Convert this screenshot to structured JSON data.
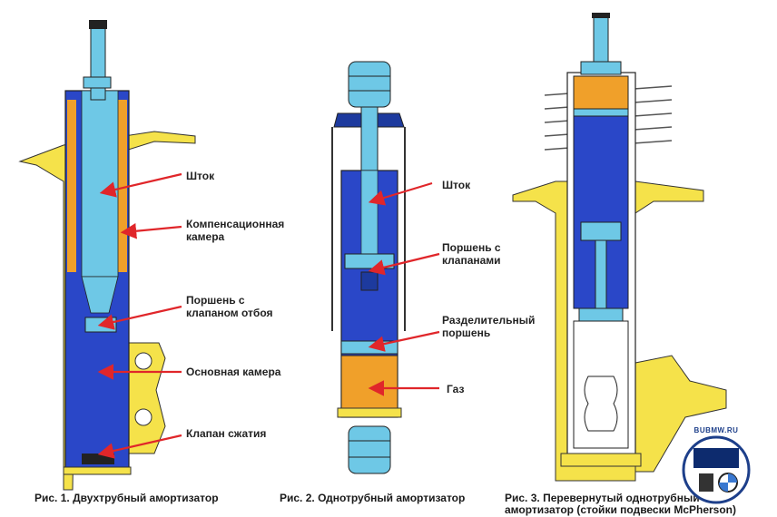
{
  "figure1": {
    "caption": "Рис. 1. Двухтрубный амортизатор",
    "labels": {
      "rod": "Шток",
      "comp_chamber_1": "Компенсационная",
      "comp_chamber_2": "камера",
      "piston_1": "Поршень с",
      "piston_2": "клапаном отбоя",
      "main_chamber": "Основная камера",
      "comp_valve": "Клапан сжатия"
    }
  },
  "figure2": {
    "caption": "Рис. 2. Однотрубный амортизатор",
    "labels": {
      "rod": "Шток",
      "piston_1": "Поршень с",
      "piston_2": "клапанами",
      "sep_piston_1": "Разделительный",
      "sep_piston_2": "поршень",
      "gas": "Газ"
    }
  },
  "figure3": {
    "caption_1": "Рис. 3. Перевернутый однотрубный",
    "caption_2": "амортизатор (стойки подвески McPherson)"
  },
  "watermark": {
    "text": "BUBMW.RU"
  },
  "colors": {
    "oil_blue": "#2a47c8",
    "light_blue": "#6ec8e6",
    "yellow": "#f5e24a",
    "orange": "#f0a02a",
    "arrow_red": "#e0262a"
  }
}
